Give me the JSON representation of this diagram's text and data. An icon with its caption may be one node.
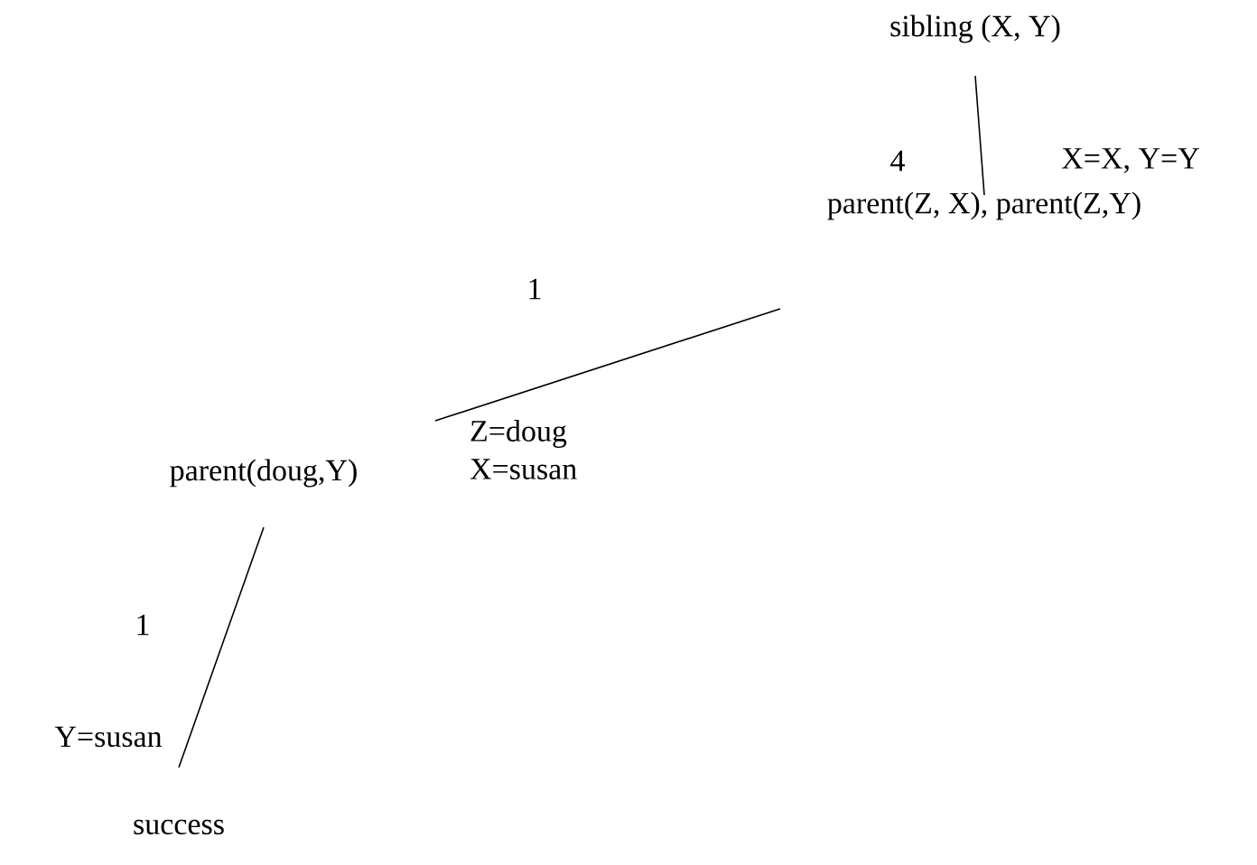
{
  "diagram": {
    "nodes": [
      {
        "text": [
          "sibling (X, Y)"
        ]
      },
      {
        "text": [
          "parent(Z, X), parent(Z,Y)"
        ]
      },
      {
        "text": [
          "parent(doug,Y)"
        ]
      },
      {
        "text": [
          "success"
        ]
      }
    ],
    "edges": [
      {
        "from": 0,
        "to": 1,
        "arrow": "none",
        "label": "4"
      },
      {
        "from": 1,
        "to": 2,
        "arrow": "none",
        "label": "1"
      },
      {
        "from": 2,
        "to": 3,
        "arrow": "none",
        "label": "1"
      }
    ],
    "labels": [
      "X=X, Y=Y",
      "Z=doug X=susan",
      "Y=susan"
    ]
  }
}
